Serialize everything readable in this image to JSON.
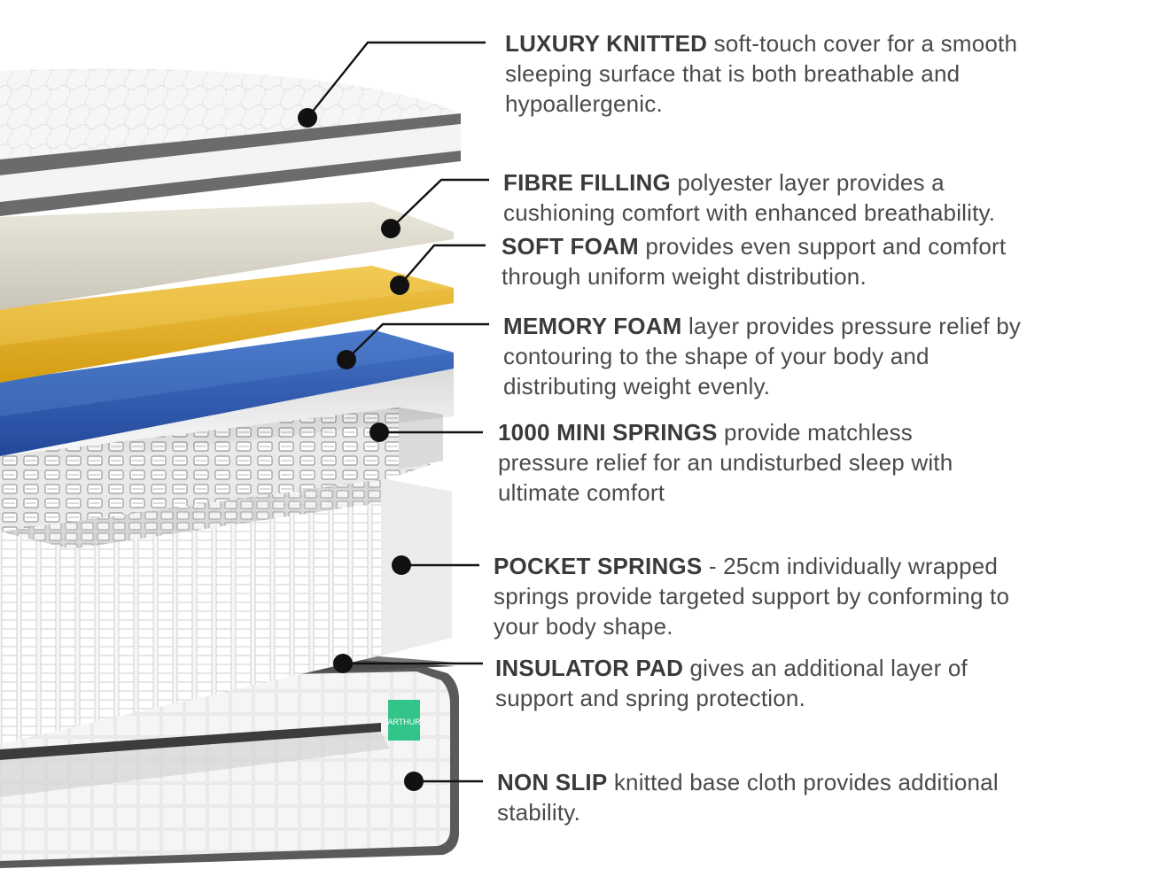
{
  "colors": {
    "text": "#4a4a4a",
    "leader": "#111111",
    "soft_foam": "#e5b21f",
    "memory_foam": "#2f5fb1",
    "fibre": "#e6e2d5",
    "cover": "#f2f2f2",
    "brand_tag": "#33c48a"
  },
  "brand_tag_text": "ARTHUR",
  "layers": [
    {
      "title": "LUXURY KNITTED",
      "line1": "soft-touch cover for a smooth",
      "line2": "sleeping surface that is both breathable and",
      "line3": "hypoallergenic."
    },
    {
      "title": "FIBRE FILLING",
      "line1": "polyester layer provides a",
      "line2": "cushioning comfort with enhanced breathability.",
      "line3": ""
    },
    {
      "title": "SOFT FOAM",
      "line1": "provides even support and comfort",
      "line2": "through uniform weight distribution.",
      "line3": ""
    },
    {
      "title": "MEMORY FOAM",
      "line1": "layer provides pressure relief by",
      "line2": "contouring to the shape of your body and",
      "line3": "distributing weight evenly."
    },
    {
      "title": "1000 MINI SPRINGS",
      "line1": "provide matchless",
      "line2": "pressure relief for an undisturbed sleep with",
      "line3": "ultimate comfort"
    },
    {
      "title": "POCKET SPRINGS",
      "line1": "- 25cm individually wrapped",
      "line2": "springs provide targeted support by conforming to",
      "line3": "your body shape."
    },
    {
      "title": "INSULATOR PAD",
      "line1": "gives an additional layer of",
      "line2": "support and spring protection.",
      "line3": ""
    },
    {
      "title": "NON SLIP",
      "line1": "knitted base cloth provides additional",
      "line2": "stability.",
      "line3": ""
    }
  ]
}
